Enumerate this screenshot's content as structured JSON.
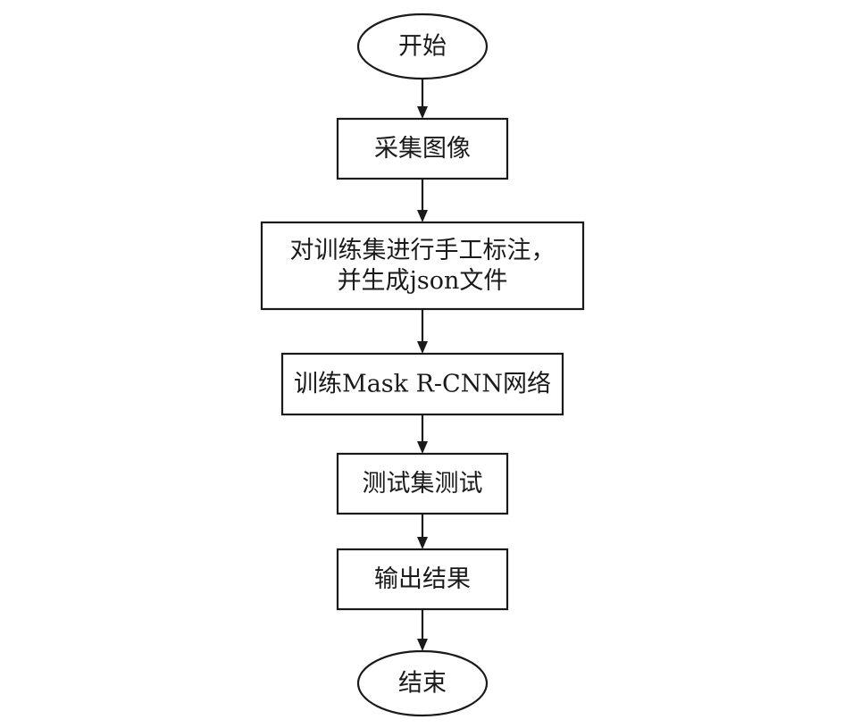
{
  "flowchart": {
    "nodes": [
      {
        "id": "start",
        "shape": "ellipse",
        "lines": [
          "开始"
        ]
      },
      {
        "id": "collect",
        "shape": "rect",
        "lines": [
          "采集图像"
        ]
      },
      {
        "id": "annotate",
        "shape": "rect",
        "lines": [
          "对训练集进行手工标注，",
          "并生成json文件"
        ]
      },
      {
        "id": "train",
        "shape": "rect",
        "lines": [
          "训练Mask R-CNN网络"
        ]
      },
      {
        "id": "test",
        "shape": "rect",
        "lines": [
          "测试集测试"
        ]
      },
      {
        "id": "output",
        "shape": "rect",
        "lines": [
          "输出结果"
        ]
      },
      {
        "id": "end",
        "shape": "ellipse",
        "lines": [
          "结束"
        ]
      }
    ],
    "edges": [
      {
        "from": "start",
        "to": "collect"
      },
      {
        "from": "collect",
        "to": "annotate"
      },
      {
        "from": "annotate",
        "to": "train"
      },
      {
        "from": "train",
        "to": "test"
      },
      {
        "from": "test",
        "to": "output"
      },
      {
        "from": "output",
        "to": "end"
      }
    ]
  }
}
